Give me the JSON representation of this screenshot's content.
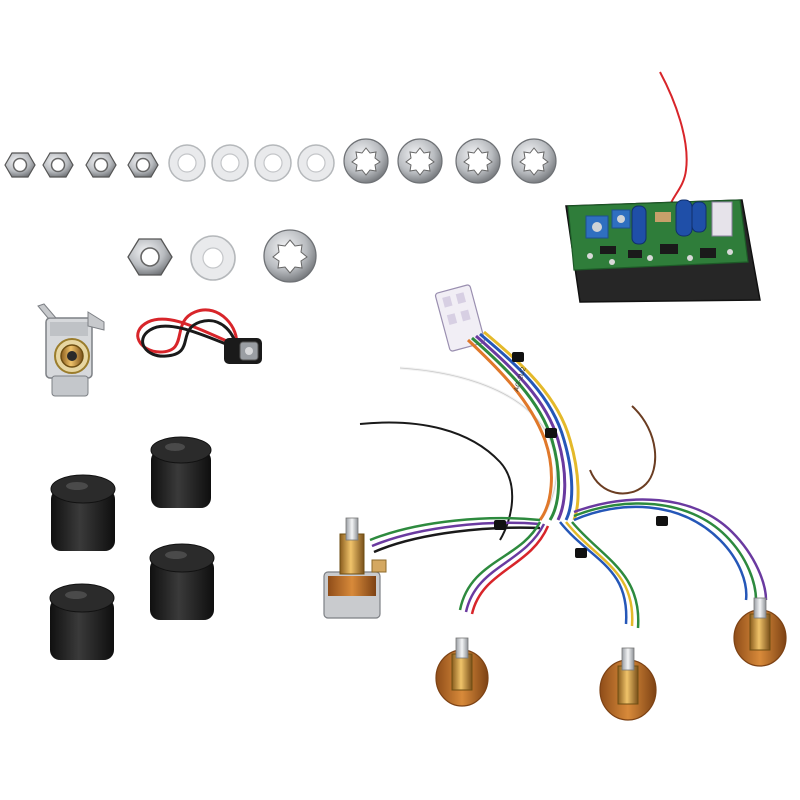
{
  "image": {
    "background_color": "#ffffff",
    "subject": "electronic-preamp-wiring-kit"
  },
  "parts": {
    "small_hex_nuts": 4,
    "flat_washers": 4,
    "star_lock_washers": 4,
    "large_hardware_set": [
      "hex-nut",
      "flat-washer",
      "star-lock-washer"
    ],
    "output_jack": 1,
    "battery_clip": 1,
    "control_knobs": 4,
    "preamp_board": 1,
    "potentiometers": 4,
    "wire_connector": 1
  },
  "colors": {
    "metal": "#b9bcc0",
    "metal_dark": "#7d8085",
    "brass": "#c8943a",
    "pot_body": "#c0712c",
    "knob": "#1c1c1c",
    "pcb_green": "#2f7d3a",
    "pcb_base": "#262626",
    "trimmer_blue": "#2f6fc0",
    "capacitor_blue": "#1f4fa8",
    "wire_red": "#d8252a",
    "wire_black": "#1a1a1a",
    "wire_white": "#f2f2f2",
    "wire_green": "#2d8a3e",
    "wire_blue": "#2557b8",
    "wire_yellow": "#e4b92a",
    "wire_orange": "#e0782a",
    "wire_purple": "#6a3aa0",
    "wire_brown": "#6b3d22"
  },
  "labels": {
    "harness_tag": "AG-2U2"
  }
}
